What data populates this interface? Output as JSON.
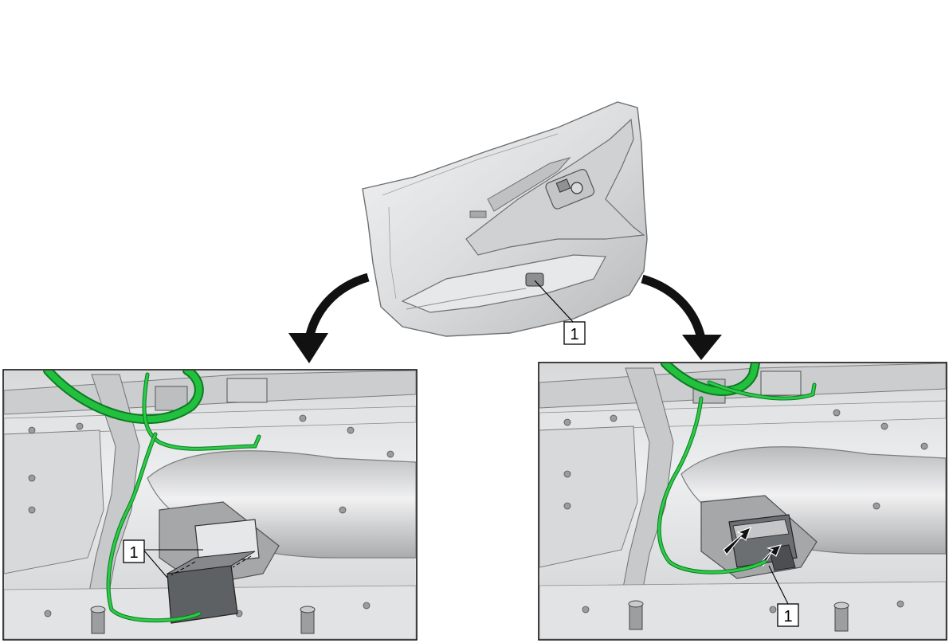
{
  "callouts": {
    "top": "1",
    "left": "1",
    "right": "1"
  },
  "colors": {
    "harness": "#1fb53a",
    "harness_dark": "#0d7a20",
    "panel_light": "#e9eaeb",
    "panel_mid": "#c9cbcd",
    "panel_dark": "#8e9092",
    "connector": "#6a6d70",
    "arrow": "#1a1a1a",
    "frame": "#000000"
  },
  "icons": {
    "left_arrow": "curved-arrow-down-left-icon",
    "right_arrow": "curved-arrow-down-right-icon",
    "push_arrows": "push-direction-arrows-icon"
  }
}
